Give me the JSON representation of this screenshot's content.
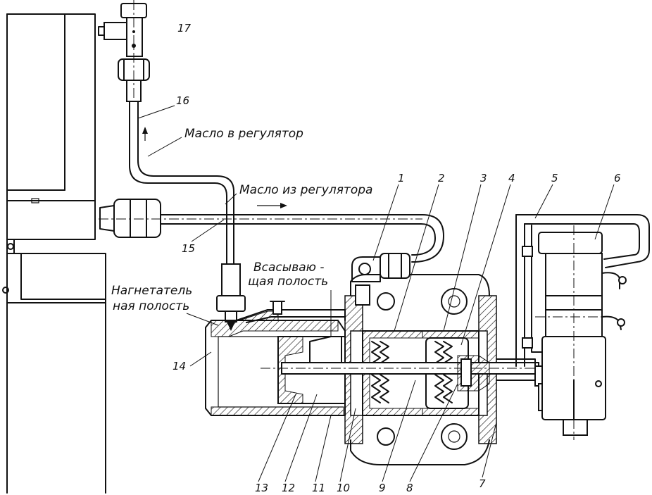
{
  "labels": {
    "oil_to_regulator": "Масло в регулятор",
    "oil_from_regulator": "Масло из регулятора",
    "suction_cavity_line1": "Всасываю -",
    "suction_cavity_line2": "щая полость",
    "discharge_cavity_line1": "Нагнетатель",
    "discharge_cavity_line2": "ная полость"
  },
  "callouts": [
    "1",
    "2",
    "3",
    "4",
    "5",
    "6",
    "7",
    "8",
    "9",
    "10",
    "11",
    "12",
    "13",
    "14",
    "15",
    "16",
    "17"
  ]
}
